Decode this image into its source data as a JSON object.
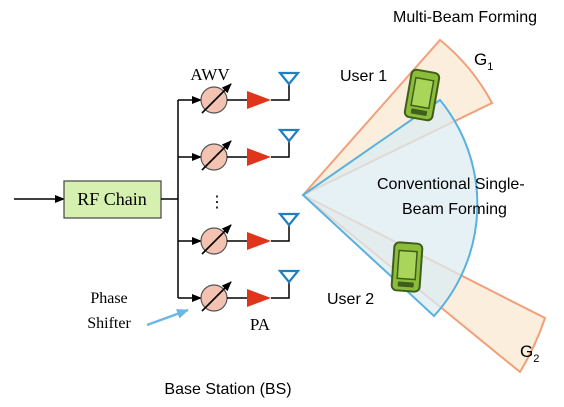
{
  "labels": {
    "multi_beam": "Multi-Beam Forming",
    "awv": "AWV",
    "rf_chain": "RF Chain",
    "dots": "⋮",
    "phase": "Phase",
    "shifter": "Shifter",
    "pa": "PA",
    "user1": "User 1",
    "user2": "User 2",
    "conv1": "Conventional Single-",
    "conv2": "Beam Forming",
    "base_station": "Base Station (BS)",
    "g": "G",
    "g1_sub": "1",
    "g2_sub": "2"
  },
  "colors": {
    "rf_fill": "#d6f0b0",
    "beam_fill": "#fbeedd",
    "beam_edge": "#f0a07a",
    "single_fill": "#dcecf1",
    "single_edge": "#5ab1dd",
    "shifter_fill": "#f4c2b0",
    "pa_fill": "#e0341b",
    "antenna": "#1f7fbf",
    "phone_body": "#8bbc3a",
    "phone_dark": "#3f5e1d",
    "arrow_blue": "#6ab7e3"
  },
  "icons": [
    "phase-shifter-icon",
    "power-amplifier-icon",
    "antenna-icon",
    "phone-icon"
  ]
}
